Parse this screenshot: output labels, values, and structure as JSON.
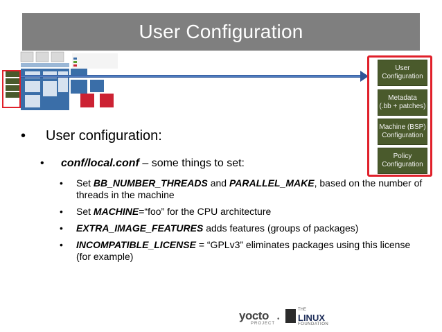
{
  "slide": {
    "title": "User Configuration",
    "side_boxes": [
      {
        "line1": "User",
        "line2": "Configuration"
      },
      {
        "line1": "Metadata",
        "line2": "(.bb + patches)"
      },
      {
        "line1": "Machine (BSP)",
        "line2": "Configuration"
      },
      {
        "line1": "Policy",
        "line2": "Configuration"
      }
    ],
    "bullet1": "User configuration:",
    "bullet2": {
      "emph": "conf/local.conf",
      "rest": " – some things to set:"
    },
    "sub": [
      {
        "a": "Set ",
        "b": "BB_NUMBER_THREADS",
        "c": " and ",
        "d": "PARALLEL_MAKE",
        "e": ", based on the number of threads in the machine"
      },
      {
        "a": "Set ",
        "b": "MACHINE",
        "c": "=“foo” for the CPU architecture"
      },
      {
        "b": "EXTRA_IMAGE_FEATURES",
        "c": " adds features (groups of packages)"
      },
      {
        "b": "INCOMPATIBLE_LICENSE",
        "c": " = “GPLv3” eliminates packages using this license (for example)"
      }
    ],
    "bullet_glyph": "•"
  },
  "logos": {
    "yocto": "yocto",
    "yocto_sub": "PROJECT",
    "sep": "•",
    "lf_the": "THE",
    "lf_linux": "LINUX",
    "lf_foundation": "FOUNDATION"
  },
  "colors": {
    "title_bg": "#7f7f7f",
    "highlight": "#e0202a",
    "arrow": "#2f5597",
    "config_box": "#4a5a2c"
  }
}
